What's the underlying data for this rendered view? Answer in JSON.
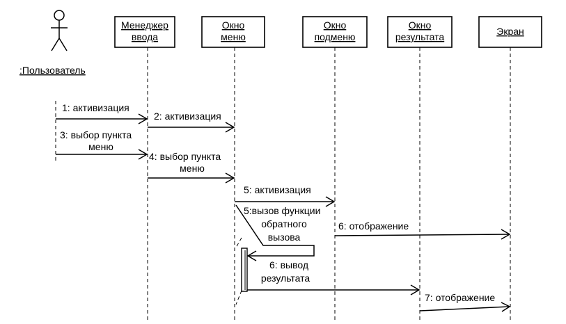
{
  "actor": {
    "label": ":Пользователь"
  },
  "objects": [
    {
      "line1": "Менеджер",
      "line2": "ввода"
    },
    {
      "line1": "Окно",
      "line2": "меню"
    },
    {
      "line1": "Окно",
      "line2": "подменю"
    },
    {
      "line1": "Окно",
      "line2": "результата"
    },
    {
      "line1": "Экран",
      "line2": ""
    }
  ],
  "messages": [
    {
      "line1": "1: активизация",
      "line2": ""
    },
    {
      "line1": "2: активизация",
      "line2": ""
    },
    {
      "line1": "3: выбор пункта",
      "line2": "меню"
    },
    {
      "line1": "4: выбор пункта",
      "line2": "меню"
    },
    {
      "line1": "5: активизация",
      "line2": ""
    },
    {
      "line1": "5:вызов функции",
      "line2": "обратного",
      "line3": "вызова"
    },
    {
      "line1": "6: отображение",
      "line2": ""
    },
    {
      "line1": "6: вывод",
      "line2": "результата"
    },
    {
      "line1": "7: отображение",
      "line2": ""
    }
  ]
}
